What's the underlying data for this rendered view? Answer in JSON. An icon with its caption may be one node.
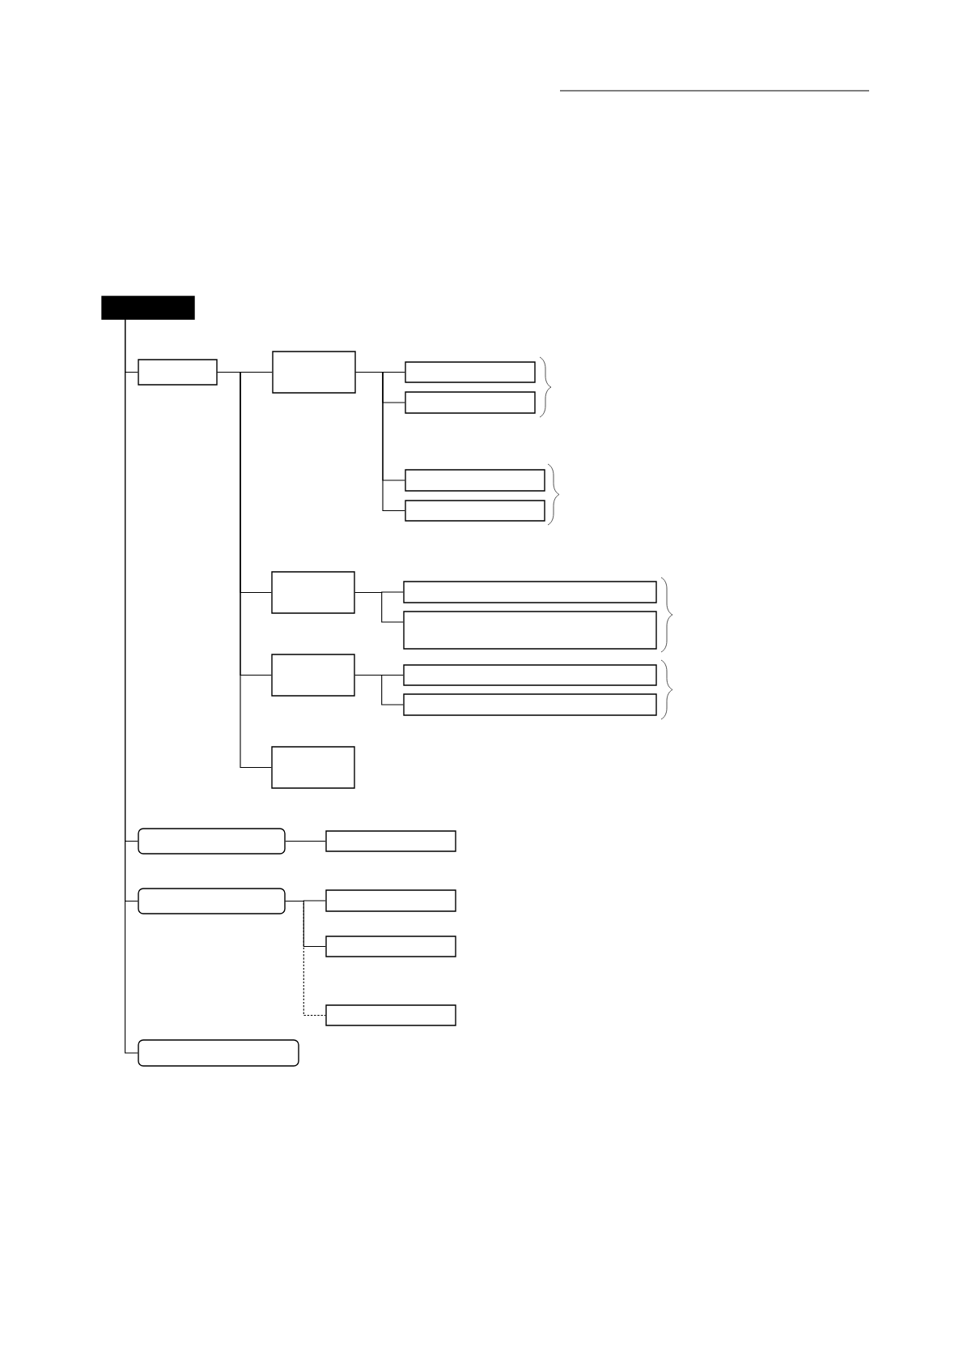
{
  "diagram": {
    "nodes": [
      {
        "text": [],
        "shape": "box"
      },
      {
        "text": [],
        "shape": "box"
      },
      {
        "text": [],
        "shape": "box"
      },
      {
        "text": [],
        "shape": "box"
      },
      {
        "text": [],
        "shape": "box"
      },
      {
        "text": [],
        "shape": "box"
      },
      {
        "text": [],
        "shape": "box"
      },
      {
        "text": [],
        "shape": "box"
      },
      {
        "text": [],
        "shape": "box"
      },
      {
        "text": [],
        "shape": "box"
      },
      {
        "text": [],
        "shape": "box"
      },
      {
        "text": [],
        "shape": "box"
      },
      {
        "text": [],
        "shape": "box"
      },
      {
        "text": [],
        "shape": "box"
      },
      {
        "text": [],
        "shape": "box"
      },
      {
        "text": [],
        "shape": "box"
      },
      {
        "text": [],
        "shape": "box"
      },
      {
        "text": [],
        "shape": "box"
      },
      {
        "text": [],
        "shape": "box"
      },
      {
        "text": [],
        "shape": "box"
      },
      {
        "text": [],
        "shape": "box"
      }
    ],
    "edges": [
      {
        "from": 0,
        "to": 1,
        "arrow": "none"
      },
      {
        "from": 0,
        "to": 14,
        "arrow": "none"
      },
      {
        "from": 0,
        "to": 16,
        "arrow": "none"
      },
      {
        "from": 0,
        "to": 20,
        "arrow": "none"
      },
      {
        "from": 1,
        "to": 2,
        "arrow": "none"
      },
      {
        "from": 1,
        "to": 7,
        "arrow": "none"
      },
      {
        "from": 1,
        "to": 10,
        "arrow": "none"
      },
      {
        "from": 1,
        "to": 13,
        "arrow": "none"
      },
      {
        "from": 2,
        "to": 3,
        "arrow": "none"
      },
      {
        "from": 2,
        "to": 4,
        "arrow": "none"
      },
      {
        "from": 2,
        "to": 5,
        "arrow": "none"
      },
      {
        "from": 2,
        "to": 6,
        "arrow": "none"
      },
      {
        "from": 7,
        "to": 8,
        "arrow": "none"
      },
      {
        "from": 7,
        "to": 9,
        "arrow": "none"
      },
      {
        "from": 10,
        "to": 11,
        "arrow": "none"
      },
      {
        "from": 10,
        "to": 12,
        "arrow": "none"
      },
      {
        "from": 14,
        "to": 15,
        "arrow": "none"
      },
      {
        "from": 16,
        "to": 17,
        "arrow": "none"
      },
      {
        "from": 16,
        "to": 18,
        "arrow": "none"
      },
      {
        "from": 16,
        "to": 19,
        "arrow": "none",
        "style": "dashed"
      }
    ]
  }
}
